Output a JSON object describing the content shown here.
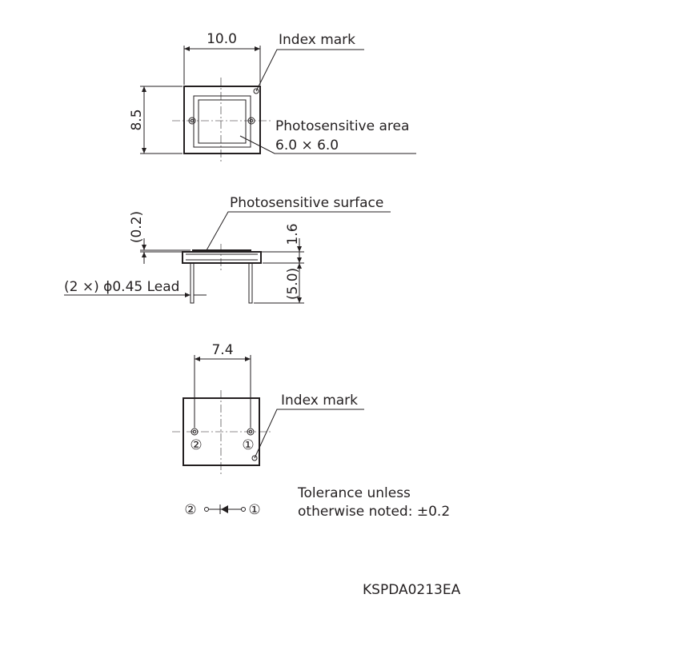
{
  "top_view": {
    "dim_width": "10.0",
    "dim_height": "8.5",
    "index_mark": "Index mark",
    "photosensitive_area": "Photosensitive area",
    "photosensitive_area_size": "6.0 × 6.0"
  },
  "side_view": {
    "photosensitive_surface": "Photosensitive surface",
    "dim_surface": "(0.2)",
    "dim_thickness": "1.6",
    "dim_lead_length": "(5.0)",
    "lead_spec": "(2 ×) ϕ0.45 Lead"
  },
  "bottom_view": {
    "dim_pitch": "7.4",
    "index_mark": "Index mark",
    "pin_2": "②",
    "pin_1": "①"
  },
  "schematic": {
    "pin_2": "②",
    "pin_1": "①"
  },
  "tolerance": {
    "line1": "Tolerance unless",
    "line2": "otherwise noted: ±0.2"
  },
  "drawing_code": "KSPDA0213EA"
}
